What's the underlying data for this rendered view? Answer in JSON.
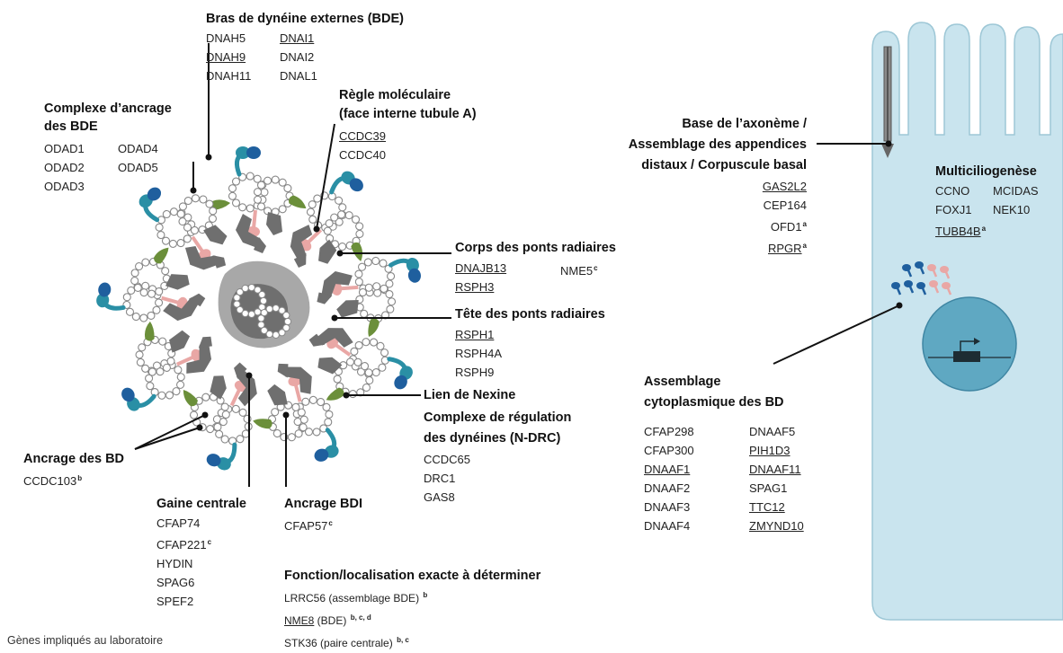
{
  "colors": {
    "doublet": "#6f6f6f",
    "doublet_light": "#a8a8a8",
    "tubule_ring": "#888888",
    "outer_arm_dark": "#1f5f9e",
    "outer_arm_teal": "#2a8fa5",
    "nexin_green": "#6b8f3a",
    "radial_spoke_pink": "#e9a7a5",
    "cell_fill": "#c9e4ee",
    "nucleus": "#5fa8c2",
    "line": "#111111"
  },
  "groups": {
    "bde": {
      "title": "Bras de dynéine externes (BDE)",
      "col1": [
        {
          "text": "DNAH5"
        },
        {
          "text": "DNAH9",
          "u": true
        },
        {
          "text": "DNAH11"
        }
      ],
      "col2": [
        {
          "text": "DNAI1",
          "u": true
        },
        {
          "text": "DNAI2"
        },
        {
          "text": "DNAL1"
        }
      ]
    },
    "ancrage_bde": {
      "title1": "Complexe d’ancrage",
      "title2": "des BDE",
      "col1": [
        {
          "text": "ODAD1"
        },
        {
          "text": "ODAD2"
        },
        {
          "text": "ODAD3"
        }
      ],
      "col2": [
        {
          "text": "ODAD4"
        },
        {
          "text": "ODAD5"
        }
      ]
    },
    "regle": {
      "title1": "Règle moléculaire",
      "title2": "(face interne tubule A)",
      "genes": [
        {
          "text": "CCDC39",
          "u": true
        },
        {
          "text": "CCDC40"
        }
      ]
    },
    "corps": {
      "title": "Corps des ponts radiaires",
      "genes": [
        {
          "text": "DNAJB13",
          "u": true
        },
        {
          "text": "RSPH3",
          "u": true
        }
      ],
      "extra": {
        "text": "NME5",
        "sup": "c"
      }
    },
    "tete": {
      "title": "Tête des ponts radiaires",
      "genes": [
        {
          "text": "RSPH1",
          "u": true
        },
        {
          "text": "RSPH4A"
        },
        {
          "text": "RSPH9"
        }
      ]
    },
    "nexine": {
      "title1": "Lien de Nexine",
      "title2": "Complexe de  régulation",
      "title3": "des dynéines (N-DRC)",
      "genes": [
        {
          "text": "CCDC65"
        },
        {
          "text": "DRC1"
        },
        {
          "text": "GAS8"
        }
      ]
    },
    "ancrage_bd": {
      "title": "Ancrage des BD",
      "gene": {
        "text": "CCDC103",
        "sup": "b"
      }
    },
    "gaine": {
      "title": "Gaine centrale",
      "genes": [
        {
          "text": "CFAP74"
        },
        {
          "text": "CFAP221",
          "sup": "c"
        },
        {
          "text": "HYDIN"
        },
        {
          "text": "SPAG6"
        },
        {
          "text": "SPEF2"
        }
      ]
    },
    "bdi": {
      "title": "Ancrage BDI",
      "gene": {
        "text": "CFAP57",
        "sup": "c"
      }
    },
    "fonction": {
      "title": "Fonction/localisation exacte à déterminer",
      "genes": [
        {
          "text": "LRRC56 (assemblage BDE) ",
          "sup": "b"
        },
        {
          "text": "NME8",
          "u": true,
          "rest": " (BDE) ",
          "sup": "b, c, d"
        },
        {
          "text": "STK36 (paire centrale) ",
          "sup": "b, c"
        }
      ]
    },
    "base": {
      "title1": "Base de l’axonème  /",
      "title2": "Assemblage des appendices",
      "title3": "distaux / Corpuscule basal",
      "genes": [
        {
          "text": "GAS2L2",
          "u": true
        },
        {
          "text": "CEP164"
        },
        {
          "text": "OFD1",
          "sup": "a"
        },
        {
          "text": "RPGR",
          "u": true,
          "sup": "a"
        }
      ]
    },
    "multicilio": {
      "title": "Multiciliogenèse",
      "col1": [
        {
          "text": "CCNO"
        },
        {
          "text": "FOXJ1"
        },
        {
          "text": "TUBB4B",
          "u": true,
          "sup": "a"
        }
      ],
      "col2": [
        {
          "text": "MCIDAS"
        },
        {
          "text": "NEK10"
        }
      ]
    },
    "cyto": {
      "title1": "Assemblage",
      "title2": "cytoplasmique des BD",
      "col1": [
        {
          "text": "CFAP298"
        },
        {
          "text": "CFAP300"
        },
        {
          "text": "DNAAF1",
          "u": true
        },
        {
          "text": "DNAAF2"
        },
        {
          "text": "DNAAF3"
        },
        {
          "text": "DNAAF4"
        }
      ],
      "col2": [
        {
          "text": "DNAAF5"
        },
        {
          "text": "PIH1D3",
          "u": true
        },
        {
          "text": "DNAAF11",
          "u": true
        },
        {
          "text": "SPAG1"
        },
        {
          "text": "TTC12",
          "u": true
        },
        {
          "text": "ZMYND10",
          "u": true
        }
      ]
    }
  },
  "footnote": "Gènes impliqués au laboratoire"
}
